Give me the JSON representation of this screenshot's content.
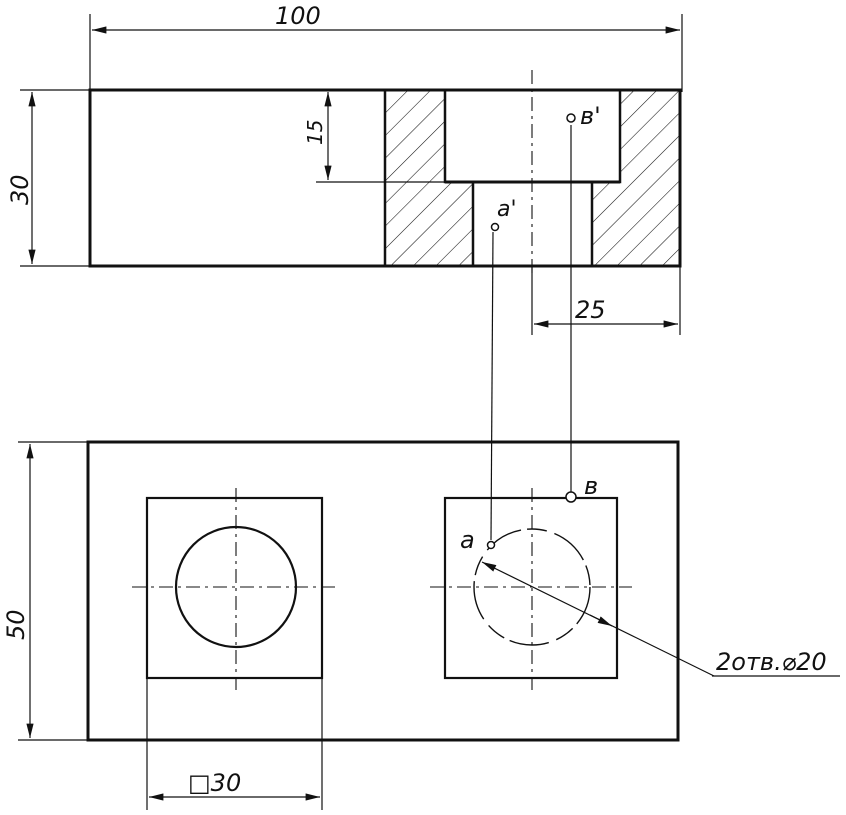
{
  "dimensions": {
    "overall_length": "100",
    "height": "30",
    "counterbore_depth": "15",
    "offset": "25",
    "width": "50",
    "square": "□30"
  },
  "points": {
    "a_front": "a'",
    "b_front": "в'",
    "a_top": "a",
    "b_top": "в"
  },
  "callout": "2отв.⌀20"
}
